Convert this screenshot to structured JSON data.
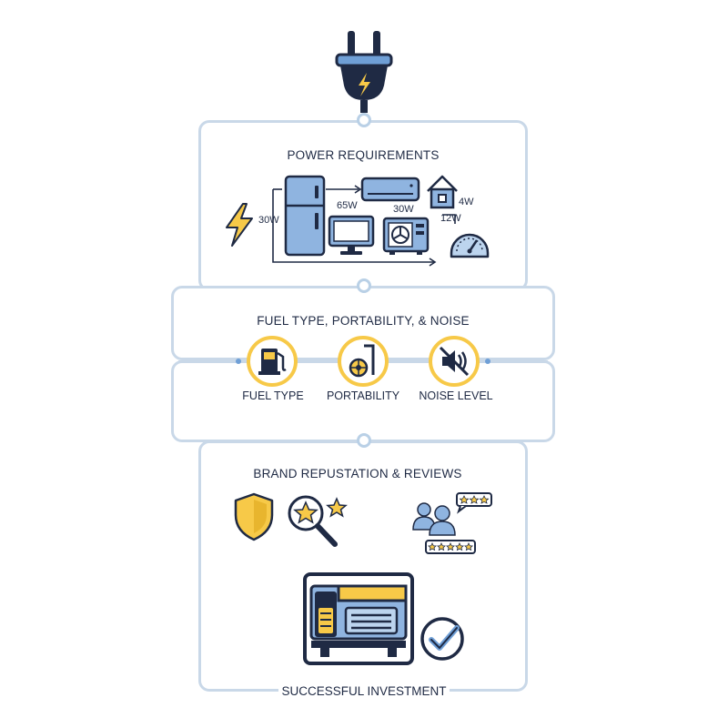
{
  "sections": {
    "power": {
      "title": "POWER REQUIREMENTS",
      "labels": {
        "fridge": "30W",
        "ac": "65W",
        "tv": "30W",
        "house": "4W",
        "gauge": "12W"
      }
    },
    "fuel": {
      "title": "FUEL TYPE, PORTABILITY, & NOISE",
      "items": [
        {
          "label": "FUEL TYPE",
          "icon": "fuel-pump-icon"
        },
        {
          "label": "PORTABILITY",
          "icon": "portable-wheel-icon"
        },
        {
          "label": "NOISE LEVEL",
          "icon": "muted-speaker-icon"
        }
      ]
    },
    "brand": {
      "title": "BRAND REPUSTATION & REVIEWS"
    },
    "result": {
      "title": "SUCCESSFUL INVESTMENT"
    }
  },
  "colors": {
    "navy": "#1f2a44",
    "blue": "#6f9fd6",
    "light_blue": "#bcd4ee",
    "yellow": "#f7c948",
    "panel_border": "#c9d8e8"
  }
}
